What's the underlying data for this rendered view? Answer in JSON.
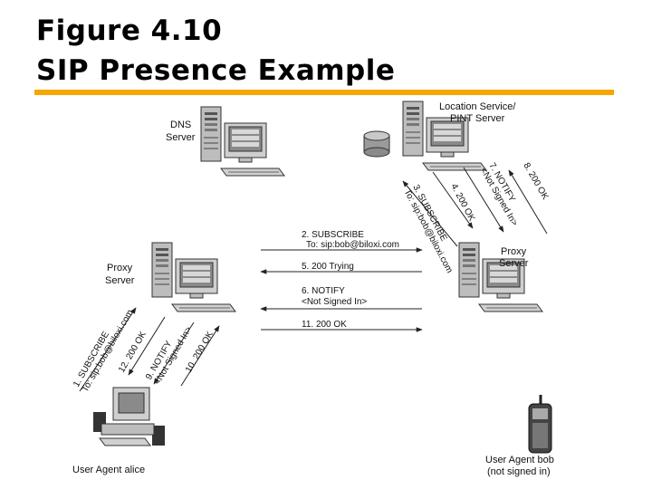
{
  "title": {
    "line1": "Figure 4.10",
    "line2": "SIP Presence Example"
  },
  "colors": {
    "accent_rule": "#f5a700",
    "line": "#222222",
    "device_gray": "#bdbdbd"
  },
  "nodes": {
    "dns": {
      "line1": "DNS",
      "line2": "Server"
    },
    "location": {
      "line1": "Location Service/",
      "line2": "PINT Server"
    },
    "proxy_left": {
      "line1": "Proxy",
      "line2": "Server"
    },
    "proxy_right": {
      "line1": "Proxy",
      "line2": "Server"
    },
    "alice": {
      "line1": "User Agent alice"
    },
    "bob": {
      "line1": "User Agent bob",
      "line2": "(not signed in)"
    }
  },
  "messages": {
    "m1": {
      "line1": "1. SUBSCRIBE",
      "line2": "To: sip:bob@biloxi.com"
    },
    "m2": {
      "line1": "2. SUBSCRIBE",
      "line2": "To: sip:bob@biloxi.com"
    },
    "m3": {
      "line1": "3. SUBSCRIBE",
      "line2": "To: sip:bob@biloxi.com"
    },
    "m4": {
      "line1": "4. 200 OK"
    },
    "m5": {
      "line1": "5. 200 Trying"
    },
    "m6": {
      "line1": "6. NOTIFY",
      "line2": "<Not Signed In>"
    },
    "m7": {
      "line1": "7. NOTIFY",
      "line2": "<Not Signed In>"
    },
    "m8": {
      "line1": "8. 200 OK"
    },
    "m9": {
      "line1": "9. NOTIFY",
      "line2": "<Not Signed In>"
    },
    "m10": {
      "line1": "10. 200 OK"
    },
    "m11": {
      "line1": "11. 200 OK"
    },
    "m12": {
      "line1": "12. 200 OK"
    }
  }
}
